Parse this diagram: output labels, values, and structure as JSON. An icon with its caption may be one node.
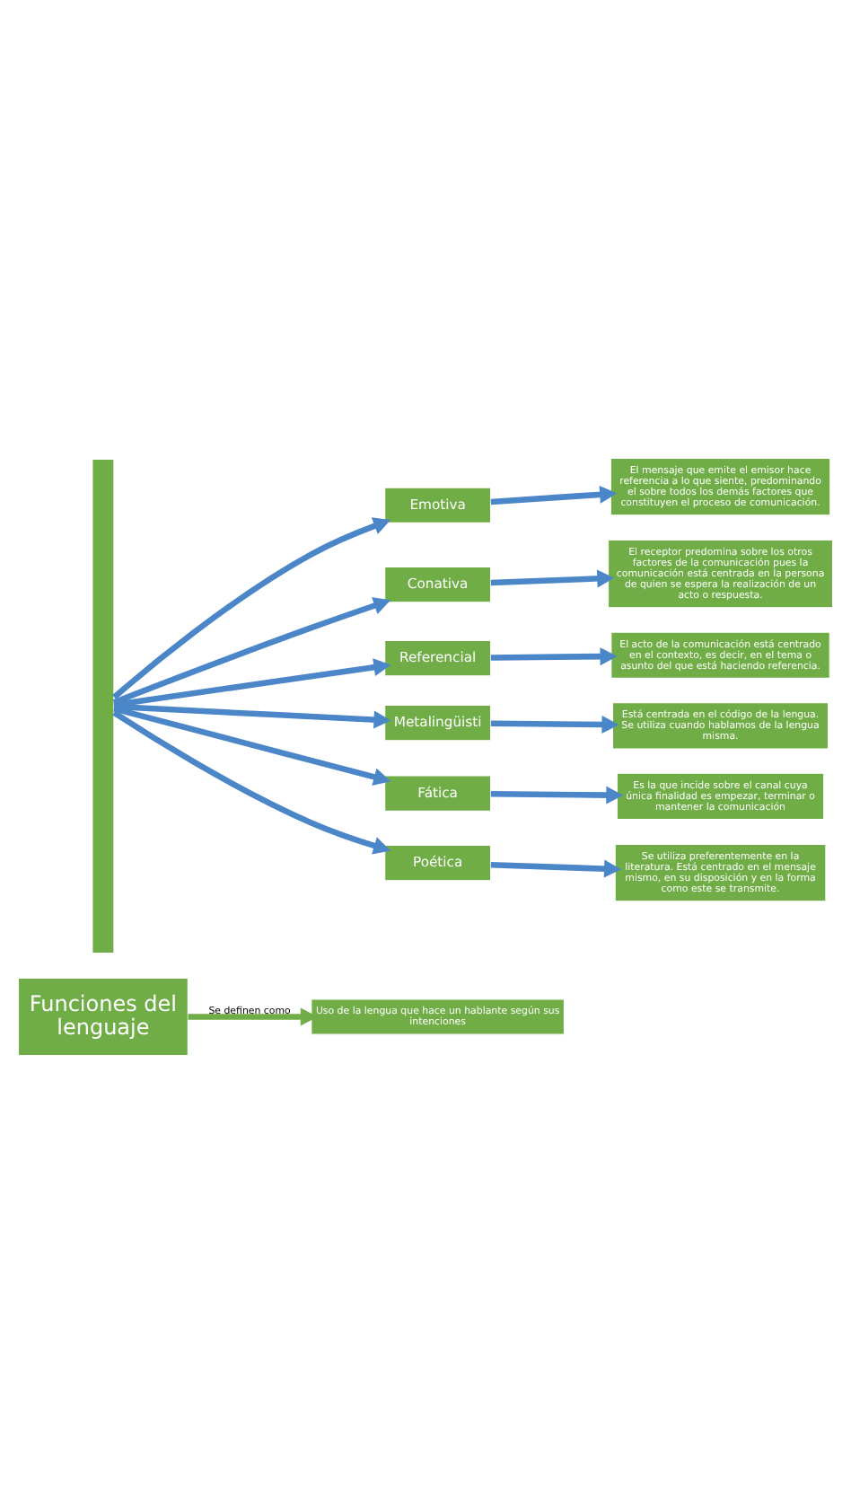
{
  "diagram": {
    "nodes": [
      {
        "text": [
          "Funciones del lenguaje"
        ]
      },
      {
        "text": [
          "Uso de la lengua que hace un hablante según sus intenciones"
        ]
      },
      {
        "text": [],
        "shape": "bar"
      },
      {
        "text": [
          "Emotiva"
        ]
      },
      {
        "text": [
          "El mensaje que emite el emisor hace referencia a lo que siente, predominando el sobre todos los demás factores que constituyen el proceso de comunicación."
        ]
      },
      {
        "text": [
          "Conativa"
        ]
      },
      {
        "text": [
          "El receptor predomina sobre los otros factores de la comunicación pues la comunicación está centrada en la persona de quien se espera la realización de un acto o respuesta."
        ]
      },
      {
        "text": [
          "Referencial"
        ]
      },
      {
        "text": [
          "El acto de la comunicación está centrado en el contexto, es decir, en el tema o asunto del que está haciendo referencia."
        ]
      },
      {
        "text": [
          "Metalingüisti"
        ]
      },
      {
        "text": [
          "Está centrada en el código de la lengua. Se utiliza cuando hablamos de la lengua misma."
        ]
      },
      {
        "text": [
          "Fática"
        ]
      },
      {
        "text": [
          "Es la que incide sobre el canal cuya única finalidad es empezar, terminar o mantener la comunicación"
        ]
      },
      {
        "text": [
          "Poética"
        ]
      },
      {
        "text": [
          "Se utiliza preferentemente en la literatura. Está centrado en el mensaje mismo, en su disposición y en la forma como este se transmite."
        ]
      }
    ],
    "edges": [
      {
        "from": 0,
        "to": 1,
        "arrow": "to",
        "label": "Se definen como",
        "color": "#70ad47"
      },
      {
        "from": 2,
        "to": 3,
        "arrow": "to"
      },
      {
        "from": 3,
        "to": 4,
        "arrow": "to"
      },
      {
        "from": 2,
        "to": 5,
        "arrow": "to"
      },
      {
        "from": 5,
        "to": 6,
        "arrow": "to"
      },
      {
        "from": 2,
        "to": 7,
        "arrow": "to"
      },
      {
        "from": 7,
        "to": 8,
        "arrow": "to"
      },
      {
        "from": 2,
        "to": 9,
        "arrow": "to"
      },
      {
        "from": 9,
        "to": 10,
        "arrow": "to"
      },
      {
        "from": 2,
        "to": 11,
        "arrow": "to"
      },
      {
        "from": 11,
        "to": 12,
        "arrow": "to"
      },
      {
        "from": 2,
        "to": 13,
        "arrow": "to"
      },
      {
        "from": 13,
        "to": 14,
        "arrow": "to"
      }
    ]
  }
}
